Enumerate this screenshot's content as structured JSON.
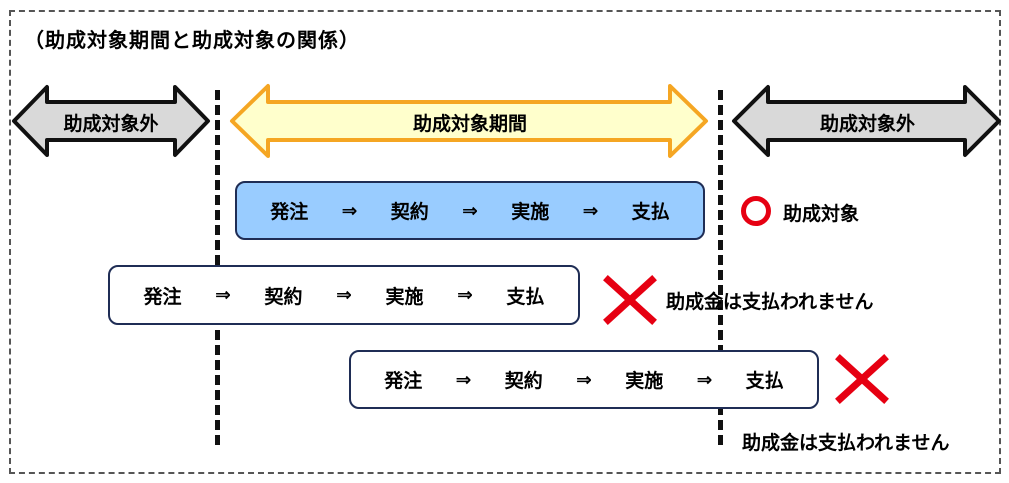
{
  "title": "（助成対象期間と助成対象の関係）",
  "arrows": {
    "left": "助成対象外",
    "center": "助成対象期間",
    "right": "助成対象外"
  },
  "flow_steps": [
    "発注",
    "契約",
    "実施",
    "支払"
  ],
  "flow_separator": "⇒",
  "rows": [
    {
      "result_icon": "circle-icon",
      "result_text": "助成対象"
    },
    {
      "result_icon": "cross-icon",
      "result_text": "助成金は支払われません"
    },
    {
      "result_icon": "cross-icon",
      "result_text": "助成金は支払われません"
    }
  ],
  "colors": {
    "center_arrow_fill": "#ffffcc",
    "center_arrow_stroke": "#f5a623",
    "side_arrow_fill": "#d9d9d9",
    "side_arrow_stroke": "#111111",
    "in_scope_box": "#99ccff",
    "mark_red": "#e60012"
  }
}
